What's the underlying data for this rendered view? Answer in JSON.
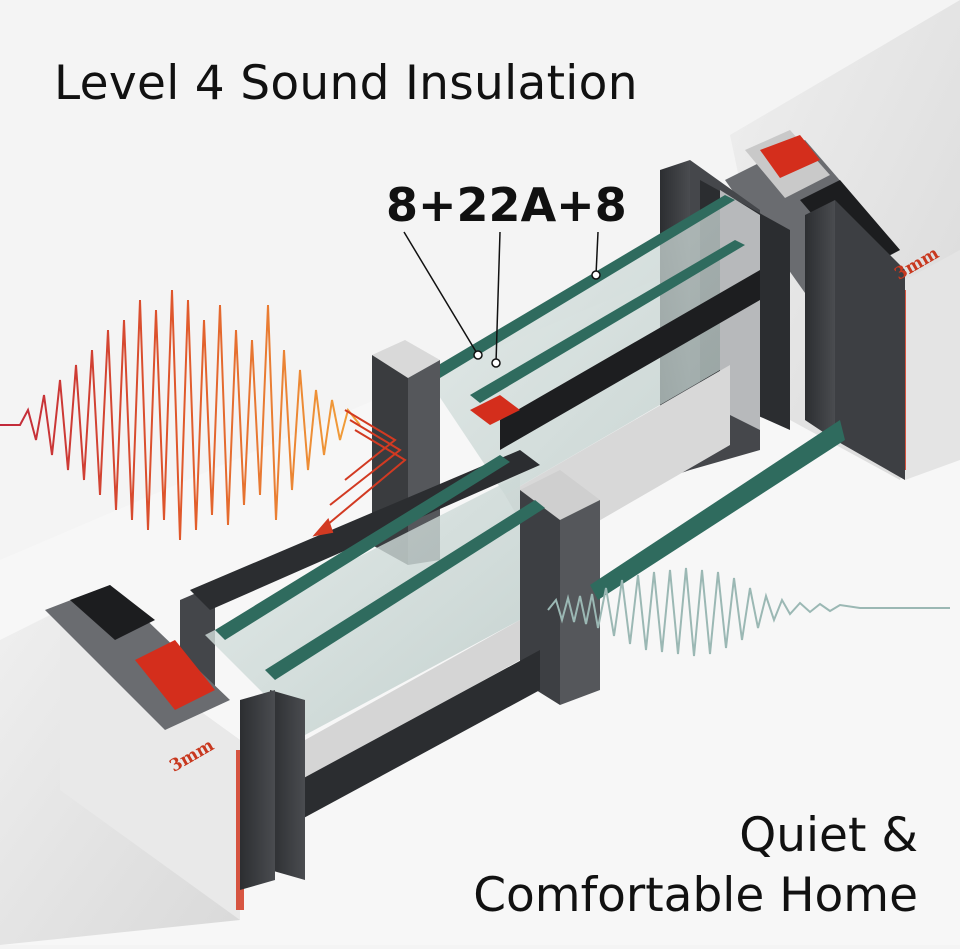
{
  "headline": "Level 4 Sound Insulation",
  "glass_spec": "8+22A+8",
  "tagline": {
    "line1": "Quiet &",
    "line2": "Comfortable Home"
  },
  "thickness_left": "3mm",
  "thickness_right": "3mm",
  "colors": {
    "frame": "#3b3d40",
    "wall": "#e6e6e6",
    "accent": "#d22f1c",
    "glass": "#2f6b5e",
    "noise": "#e07a1f",
    "quiet_wave": "#9bb8b4"
  }
}
